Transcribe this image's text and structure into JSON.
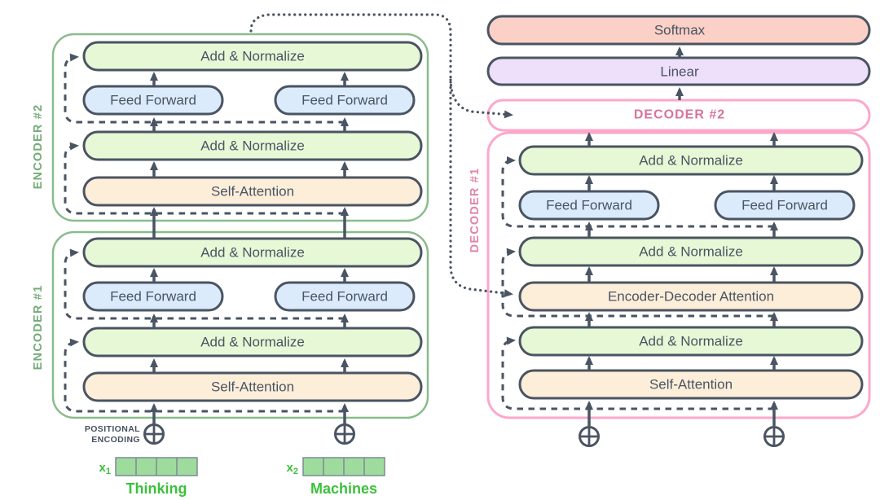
{
  "colors": {
    "outline": "#4a5462",
    "encoder_frame": "#8abc8c",
    "encoder_label": "#74ac78",
    "decoder_frame": "#fda7cb",
    "decoder_label": "#e285aa",
    "decoder2_text": "#d8739e",
    "fill_add_normalize": "#e7f8d6",
    "fill_feed_forward": "#dbebfb",
    "fill_attention": "#fdeeda",
    "fill_softmax": "#fbd0c6",
    "fill_linear": "#eedffa",
    "token_green": "#3bc13b",
    "vector_fill": "#9edc9d",
    "vector_stroke": "#7f8a94",
    "small_label": "#46525e"
  },
  "encoder2": {
    "label": "ENCODER #2",
    "add_norm_top": "Add & Normalize",
    "feed_forward_left": "Feed Forward",
    "feed_forward_right": "Feed Forward",
    "add_norm_mid": "Add & Normalize",
    "self_attention": "Self-Attention"
  },
  "encoder1": {
    "label": "ENCODER #1",
    "add_norm_top": "Add & Normalize",
    "feed_forward_left": "Feed Forward",
    "feed_forward_right": "Feed Forward",
    "add_norm_mid": "Add & Normalize",
    "self_attention": "Self-Attention"
  },
  "output_stack": {
    "softmax": "Softmax",
    "linear": "Linear"
  },
  "decoder2": {
    "label": "DECODER #2"
  },
  "decoder1": {
    "label": "DECODER #1",
    "add_norm_top": "Add & Normalize",
    "feed_forward_left": "Feed Forward",
    "feed_forward_right": "Feed Forward",
    "add_norm_mid": "Add & Normalize",
    "encoder_decoder_attention": "Encoder-Decoder Attention",
    "add_norm_bottom": "Add & Normalize",
    "self_attention": "Self-Attention"
  },
  "inputs": {
    "positional_encoding_line1": "POSITIONAL",
    "positional_encoding_line2": "ENCODING",
    "x1_label": "x",
    "x1_subscript": "1",
    "x2_label": "x",
    "x2_subscript": "2",
    "token1": "Thinking",
    "token2": "Machines"
  }
}
